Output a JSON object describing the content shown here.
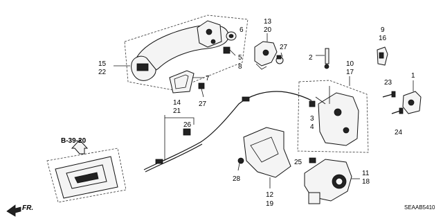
{
  "callouts": {
    "c1": "1",
    "c2": "2",
    "c3": "3",
    "c4": "4",
    "c5": "5",
    "c6": "6",
    "c7": "7",
    "c8": "8",
    "c9": "9",
    "c10": "10",
    "c11": "11",
    "c12": "12",
    "c13": "13",
    "c14": "14",
    "c15": "15",
    "c16": "16",
    "c17": "17",
    "c18": "18",
    "c19": "19",
    "c20": "20",
    "c21": "21",
    "c22": "22",
    "c23": "23",
    "c24": "24",
    "c25": "25",
    "c26": "26",
    "c27a": "27",
    "c27b": "27",
    "c28": "28"
  },
  "reference": "B-39-20",
  "direction": "FR.",
  "diagram_code": "SEAAB5410"
}
